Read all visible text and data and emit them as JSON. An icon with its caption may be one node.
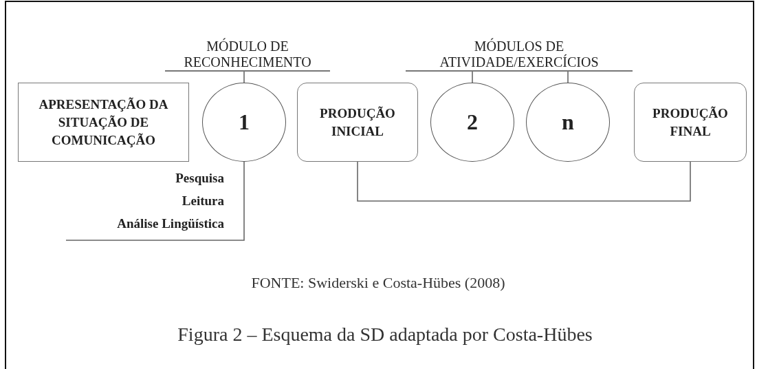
{
  "diagram": {
    "caption": "Figura 2 – Esquema da SD adaptada por Costa-Hübes",
    "nodes": [
      {
        "text": [
          "MÓDULO DE RECONHECIMENTO"
        ]
      },
      {
        "text": [
          "APRESENTAÇÃO DA SITUAÇÃO DE COMUNICAÇÃO"
        ]
      },
      {
        "text": [
          "1"
        ]
      },
      {
        "text": [
          "PRODUÇÃO INICIAL"
        ]
      },
      {
        "text": [
          "MÓDULOS DE ATIVIDADE/EXERCÍCIOS"
        ]
      },
      {
        "text": [
          "2"
        ]
      },
      {
        "text": [
          "n"
        ]
      },
      {
        "text": [
          "PRODUÇÃO FINAL"
        ]
      },
      {
        "text": [
          "Pesquisa",
          "Leitura",
          "Análise Lingüística"
        ]
      }
    ],
    "edges": [
      {
        "from": 0,
        "to": 2,
        "arrow": "none"
      },
      {
        "from": 4,
        "to": 5,
        "arrow": "none"
      },
      {
        "from": 4,
        "to": 6,
        "arrow": "none"
      },
      {
        "from": 2,
        "to": 8,
        "arrow": "none"
      },
      {
        "from": 3,
        "to": 7,
        "arrow": "none"
      }
    ],
    "labels": [
      "FONTE: Swiderski e Costa-Hübes (2008)"
    ]
  }
}
